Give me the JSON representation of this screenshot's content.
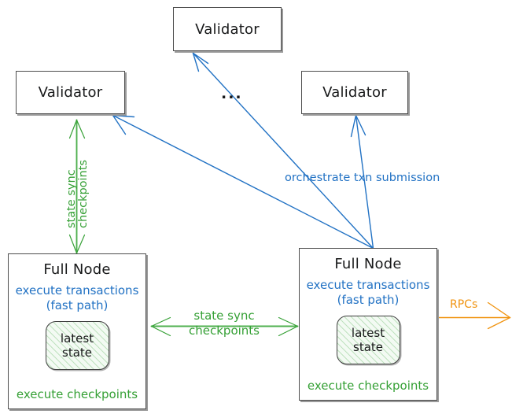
{
  "diagram": {
    "title": "Sui full node / validator state sync and transaction orchestration",
    "colors": {
      "blue": "#2272c4",
      "green": "#35a035",
      "orange": "#f0930f",
      "box_border": "#4d4d4d",
      "box_shadow": "#9a9a9a",
      "text_dark": "#18191a",
      "background": "#ffffff"
    },
    "nodes": {
      "validator_top": {
        "label": "Validator"
      },
      "validator_left": {
        "label": "Validator"
      },
      "validator_right": {
        "label": "Validator"
      },
      "ellipsis": {
        "label": "..."
      },
      "fullnode_left": {
        "title": "Full Node",
        "blue_line_1": "execute transactions",
        "blue_line_2": "(fast path)",
        "state_line_1": "latest",
        "state_line_2": "state",
        "green_footer": "execute checkpoints"
      },
      "fullnode_right": {
        "title": "Full Node",
        "blue_line_1": "execute transactions",
        "blue_line_2": "(fast path)",
        "state_line_1": "latest",
        "state_line_2": "state",
        "green_footer": "execute checkpoints"
      }
    },
    "edge_labels": {
      "vertical_state_sync_line_1": "state sync",
      "vertical_state_sync_line_2": "checkpoints",
      "middle_state_sync_line_1": "state sync",
      "middle_state_sync_line_2": "checkpoints",
      "orchestrate": "orchestrate txn submission",
      "rpcs": "RPCs"
    },
    "edges": [
      {
        "name": "fullnode-right-to-validator-top",
        "color": "#2272c4",
        "direction": "one-way"
      },
      {
        "name": "fullnode-right-to-validator-left",
        "color": "#2272c4",
        "direction": "one-way"
      },
      {
        "name": "fullnode-right-to-validator-right",
        "color": "#2272c4",
        "direction": "one-way"
      },
      {
        "name": "validator-left-to-fullnode-left",
        "color": "#35a035",
        "direction": "two-way"
      },
      {
        "name": "fullnode-left-to-fullnode-right",
        "color": "#35a035",
        "direction": "two-way"
      },
      {
        "name": "fullnode-right-to-rpc-clients",
        "color": "#f0930f",
        "direction": "one-way"
      }
    ]
  }
}
